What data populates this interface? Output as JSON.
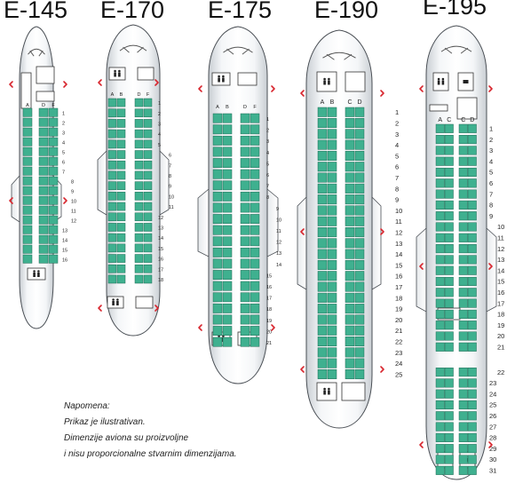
{
  "colors": {
    "seat": "#3fb08f",
    "seat_stroke": "#1f6b55",
    "fuselage_light": "#ffffff",
    "fuselage_dark": "#c8cdd2",
    "exit_arrow": "#d8262e",
    "outline": "#4a4f55"
  },
  "icons": [
    "exit-arrow-icon",
    "lavatory-icon",
    "galley-icon",
    "cockpit-window-icon"
  ],
  "aircraft": [
    {
      "name": "E-145",
      "seat_labels": {
        "left": [
          "A"
        ],
        "right": [
          "D",
          "F"
        ]
      },
      "rows": 16,
      "row_numbers": [
        "1",
        "2",
        "3",
        "4",
        "5",
        "6",
        "7",
        "8",
        "9",
        "10",
        "11",
        "12",
        "13",
        "14",
        "15",
        "16"
      ]
    },
    {
      "name": "E-170",
      "seat_labels": {
        "left": [
          "A",
          "B"
        ],
        "right": [
          "D",
          "F"
        ]
      },
      "rows": 18,
      "row_numbers": [
        "1",
        "2",
        "3",
        "4",
        "5",
        "6",
        "7",
        "8",
        "9",
        "10",
        "11",
        "12",
        "13",
        "14",
        "15",
        "16",
        "17",
        "18"
      ]
    },
    {
      "name": "E-175",
      "seat_labels": {
        "left": [
          "A",
          "B"
        ],
        "right": [
          "D",
          "F"
        ]
      },
      "rows": 21,
      "row_numbers": [
        "1",
        "2",
        "3",
        "4",
        "5",
        "6",
        "7",
        "8",
        "9",
        "10",
        "11",
        "12",
        "13",
        "14",
        "15",
        "16",
        "17",
        "18",
        "19",
        "20",
        "21"
      ]
    },
    {
      "name": "E-190",
      "seat_labels": {
        "left": [
          "A",
          "B"
        ],
        "right": [
          "C",
          "D"
        ]
      },
      "rows": 25,
      "row_numbers": [
        "1",
        "2",
        "3",
        "4",
        "5",
        "6",
        "7",
        "8",
        "9",
        "10",
        "11",
        "12",
        "13",
        "14",
        "15",
        "16",
        "17",
        "18",
        "19",
        "20",
        "21",
        "22",
        "23",
        "24",
        "25"
      ]
    },
    {
      "name": "E-195",
      "seat_labels": {
        "left": [
          "A",
          "C"
        ],
        "right": [
          "C",
          "D"
        ]
      },
      "rows": 31,
      "row_numbers": [
        "1",
        "2",
        "3",
        "4",
        "5",
        "6",
        "7",
        "8",
        "9",
        "10",
        "11",
        "12",
        "13",
        "14",
        "15",
        "16",
        "17",
        "18",
        "19",
        "20",
        "21",
        "22",
        "23",
        "24",
        "25",
        "26",
        "27",
        "28",
        "29",
        "30",
        "31"
      ]
    }
  ],
  "note": {
    "heading": "Napomena:",
    "line1": "Prikaz je ilustrativan.",
    "line2": "Dimenzije aviona su proizvoljne",
    "line3": "i nisu proporcionalne stvarnim dimenzijama."
  }
}
